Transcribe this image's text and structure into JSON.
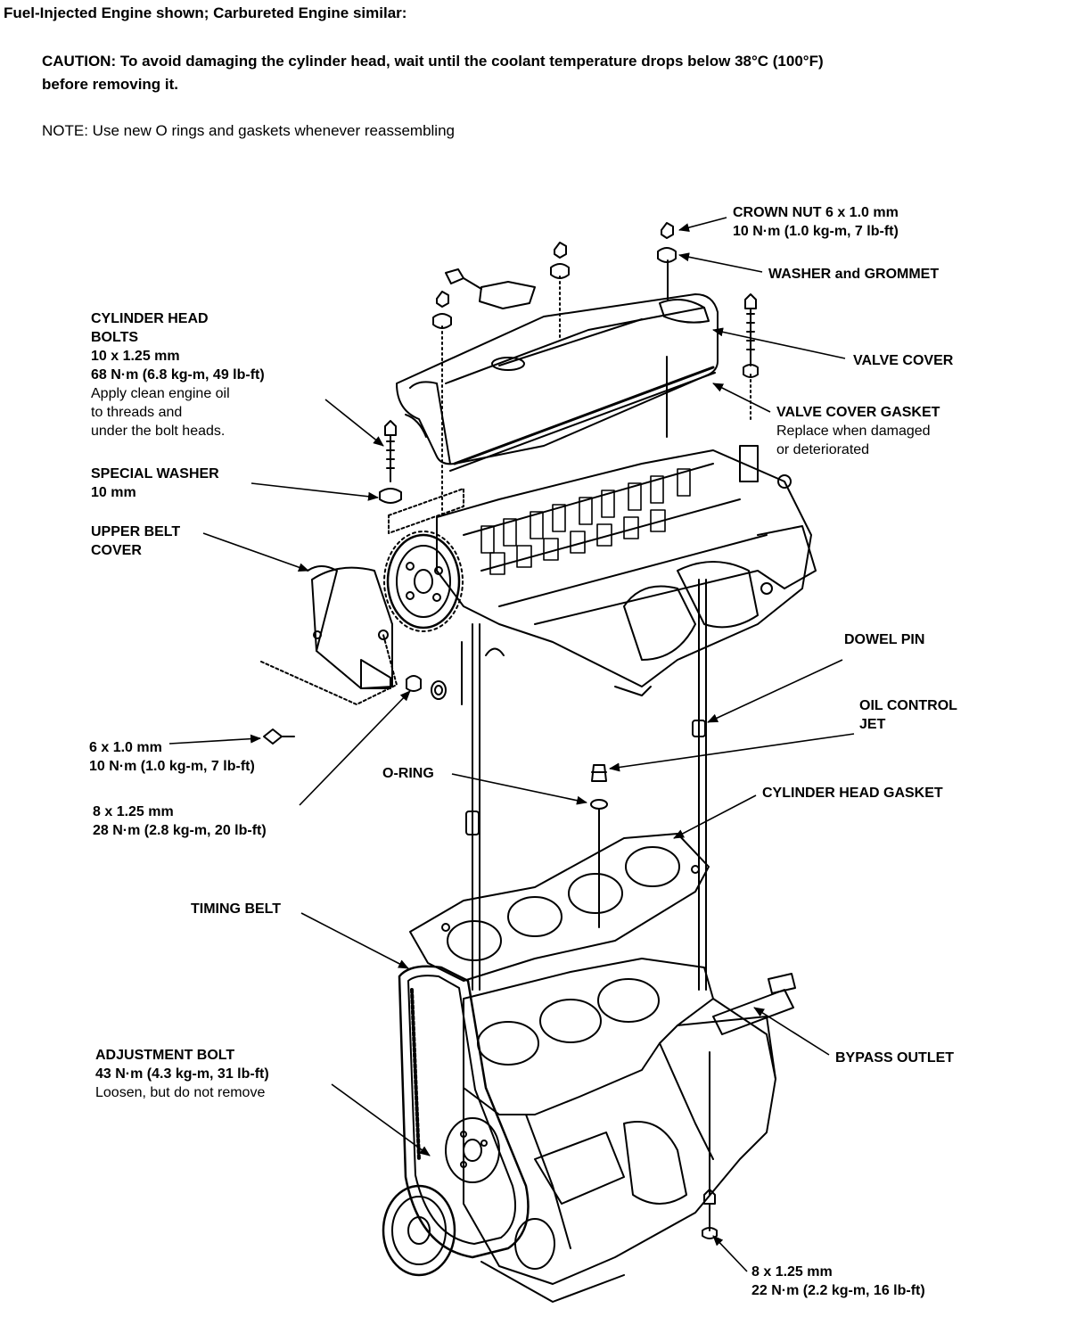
{
  "header": {
    "engine_note": "Fuel-Injected Engine shown; Carbureted Engine similar:",
    "caution_prefix": "CAUTION:",
    "caution_line1": "To avoid damaging the cylinder head, wait until the coolant temperature drops below 38°C (100°F)",
    "caution_line2": "before removing it.",
    "note": "NOTE:  Use new O rings and gaskets whenever reassembling"
  },
  "labels": {
    "crown_nut": {
      "title": "CROWN NUT 6 x 1.0 mm",
      "torque": "10 N·m (1.0 kg-m, 7 lb-ft)"
    },
    "washer_grommet": {
      "title": "WASHER and GROMMET"
    },
    "valve_cover": {
      "title": "VALVE COVER"
    },
    "valve_cover_gasket": {
      "title": "VALVE COVER GASKET",
      "note1": "Replace when damaged",
      "note2": "or deteriorated"
    },
    "cylinder_head_bolts": {
      "title1": "CYLINDER HEAD",
      "title2": "BOLTS",
      "size": "10 x 1.25 mm",
      "torque": "68 N·m (6.8 kg-m, 49 lb-ft)",
      "note1": "Apply clean engine oil",
      "note2": "to threads and",
      "note3": "under the bolt heads."
    },
    "special_washer": {
      "title": "SPECIAL WASHER",
      "size": "10 mm"
    },
    "upper_belt_cover": {
      "title1": "UPPER BELT",
      "title2": "COVER"
    },
    "bolt_6x1": {
      "size": "6 x 1.0 mm",
      "torque": "10 N·m (1.0 kg-m, 7 lb-ft)"
    },
    "bolt_8x125_upper": {
      "size": "8 x 1.25 mm",
      "torque": "28 N·m (2.8 kg-m, 20 lb-ft)"
    },
    "dowel_pin": {
      "title": "DOWEL PIN"
    },
    "oil_control_jet": {
      "title1": "OIL CONTROL",
      "title2": "JET"
    },
    "o_ring": {
      "title": "O-RING"
    },
    "cylinder_head_gasket": {
      "title": "CYLINDER HEAD GASKET"
    },
    "timing_belt": {
      "title": "TIMING BELT"
    },
    "adjustment_bolt": {
      "title": "ADJUSTMENT BOLT",
      "torque": "43 N·m (4.3 kg-m, 31 lb-ft)",
      "note": "Loosen, but do not remove"
    },
    "bypass_outlet": {
      "title": "BYPASS OUTLET"
    },
    "bolt_8x125_lower": {
      "size": "8 x 1.25 mm",
      "torque": "22 N·m (2.2 kg-m, 16 lb-ft)"
    }
  }
}
